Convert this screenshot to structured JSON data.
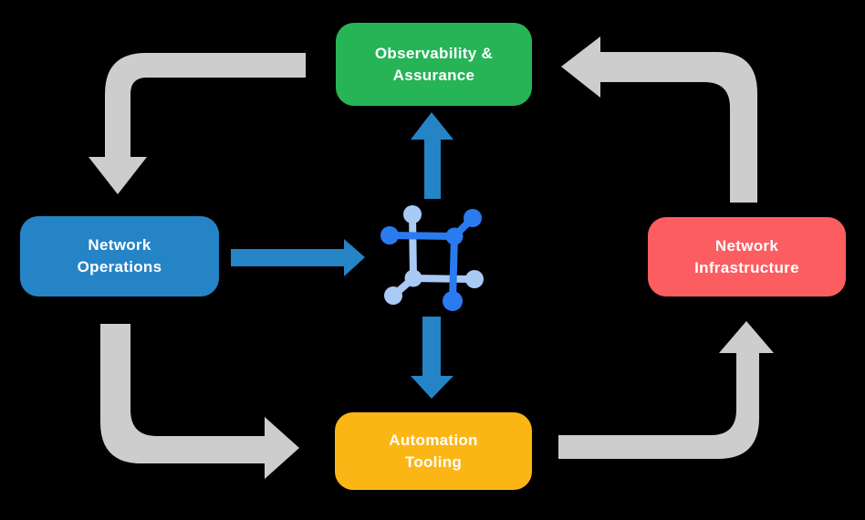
{
  "diagram": {
    "nodes": [
      {
        "id": "observability-assurance",
        "lines": [
          "Observability &",
          "Assurance"
        ],
        "color": "#26B457"
      },
      {
        "id": "network-operations",
        "lines": [
          "Network",
          "Operations"
        ],
        "color": "#2484C6"
      },
      {
        "id": "network-infrastructure",
        "lines": [
          "Network",
          "Infrastructure"
        ],
        "color": "#FB5D60"
      },
      {
        "id": "automation-tooling",
        "lines": [
          "Automation",
          "Tooling"
        ],
        "color": "#FBB616"
      }
    ],
    "center_icon": {
      "name": "network-automation-icon",
      "color_primary": "#2B7BF0",
      "color_secondary": "#A9CAF5"
    },
    "flows": [
      {
        "from": "observability-assurance",
        "to": "network-operations",
        "style": "cycle"
      },
      {
        "from": "network-operations",
        "to": "automation-tooling",
        "style": "cycle"
      },
      {
        "from": "automation-tooling",
        "to": "network-infrastructure",
        "style": "cycle"
      },
      {
        "from": "network-infrastructure",
        "to": "observability-assurance",
        "style": "cycle"
      },
      {
        "from": "network-operations",
        "to": "center-icon",
        "style": "link"
      },
      {
        "from": "center-icon",
        "to": "observability-assurance",
        "style": "link"
      },
      {
        "from": "center-icon",
        "to": "automation-tooling",
        "style": "link"
      }
    ],
    "colors": {
      "background": "#000000",
      "cycle_arrow": "#CDCDCD",
      "link_arrow": "#2484C6"
    }
  }
}
